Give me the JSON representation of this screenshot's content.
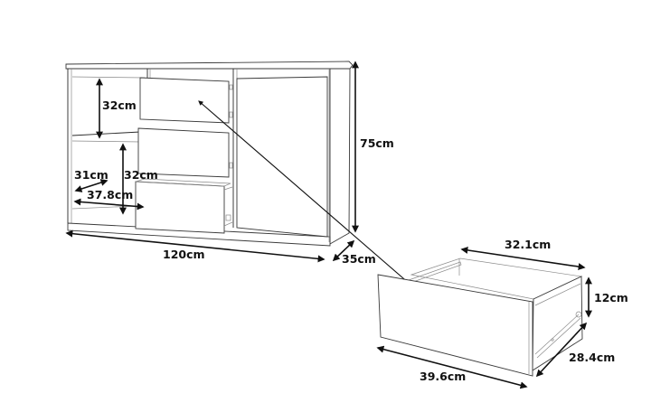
{
  "diagram": {
    "subject": "Sideboard with three drawers and one door",
    "cabinet": {
      "width_label": "120cm",
      "height_label": "75cm",
      "depth_label": "35cm",
      "shelf_height_label": "32cm",
      "lower_opening_height_label": "32cm",
      "inner_depth_label": "31cm",
      "inner_width_label": "37.8cm"
    },
    "drawer": {
      "width_label": "39.6cm",
      "inner_width_label": "32.1cm",
      "height_label": "12cm",
      "depth_label": "28.4cm"
    },
    "colors": {
      "line": "#2a2a2a",
      "dimension": "#111111",
      "background": "#ffffff"
    }
  }
}
